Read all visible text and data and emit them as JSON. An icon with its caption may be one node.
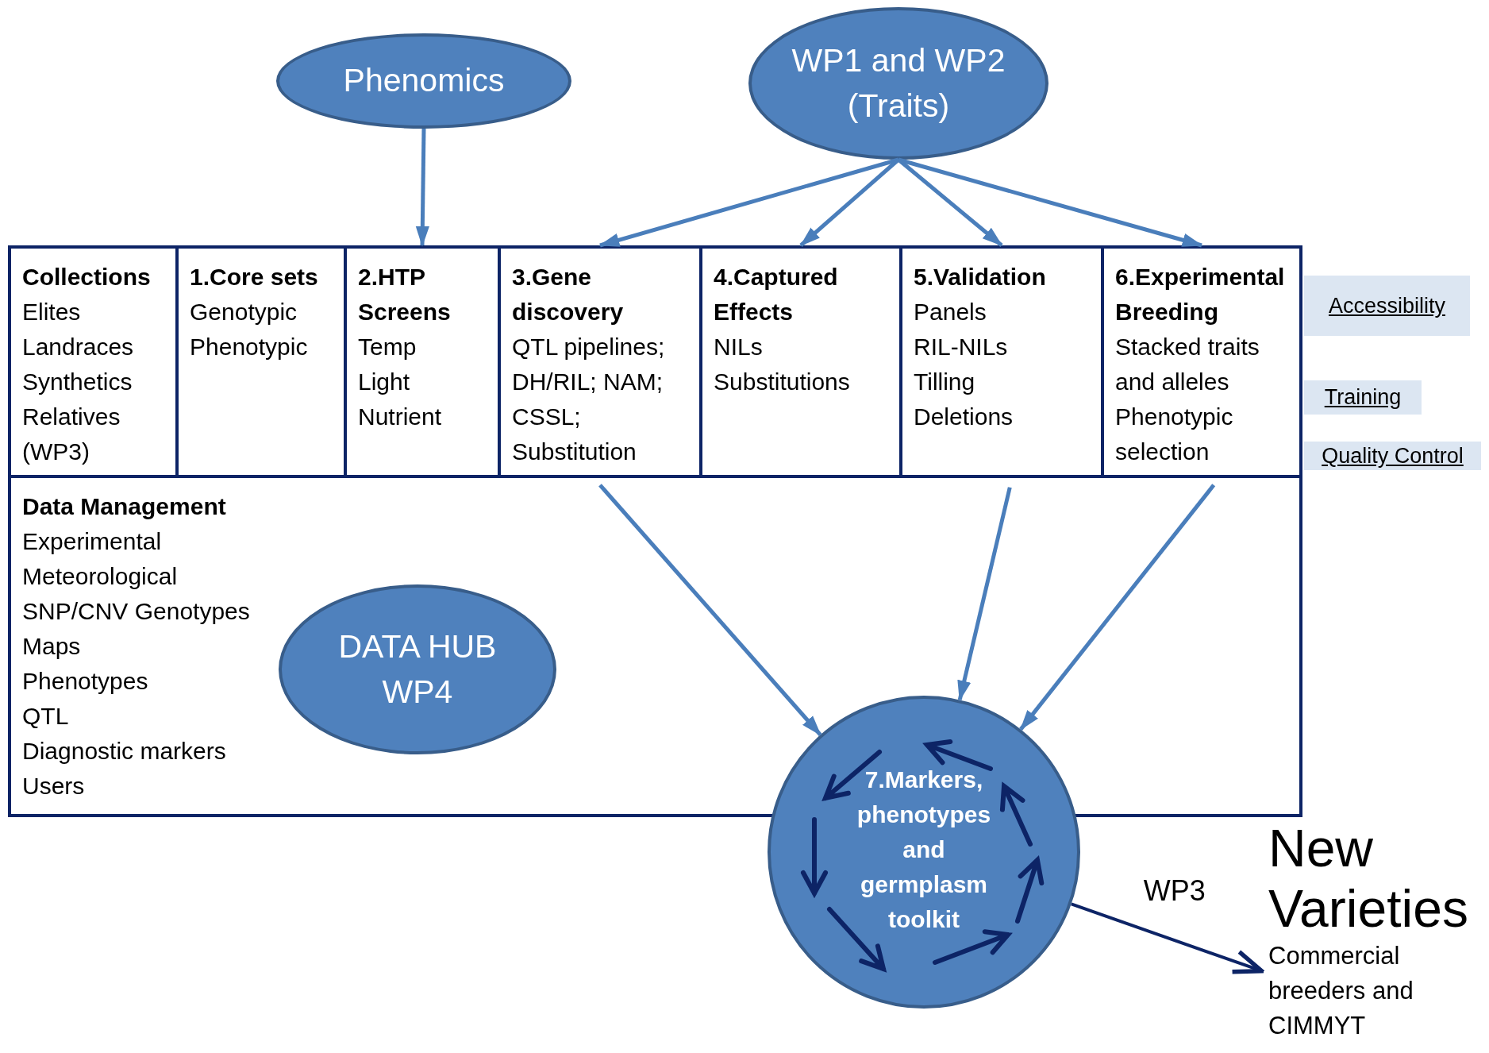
{
  "diagram": {
    "nodes": [
      {
        "text": [
          "Phenomics"
        ]
      },
      {
        "text": [
          "WP1 and WP2 (Traits)"
        ]
      },
      {
        "text": [
          "Collections",
          "Elites",
          "Landraces",
          "Synthetics",
          "Relatives (WP3)"
        ]
      },
      {
        "text": [
          "1.Core sets",
          "Genotypic",
          "Phenotypic"
        ]
      },
      {
        "text": [
          "2.HTP Screens",
          "Temp",
          "Light",
          "Nutrient"
        ]
      },
      {
        "text": [
          "3.Gene discovery",
          "QTL pipelines; DH/RIL; NAM; CSSL; Substitution"
        ]
      },
      {
        "text": [
          "4.Captured Effects",
          "NILs",
          "Substitutions"
        ]
      },
      {
        "text": [
          "5.Validation",
          "Panels",
          "RIL-NILs",
          "Tilling",
          "Deletions"
        ]
      },
      {
        "text": [
          "6.Experimental Breeding",
          "Stacked traits and alleles",
          "Phenotypic selection"
        ]
      },
      {
        "text": [
          "Data Management",
          "Experimental",
          "Meteorological",
          "SNP/CNV Genotypes",
          "Maps",
          "Phenotypes",
          "QTL",
          "Diagnostic markers",
          "Users"
        ]
      },
      {
        "text": [
          "DATA HUB WP4"
        ],
        "in": 9
      },
      {
        "text": [
          "7.Markers, phenotypes and germplasm toolkit"
        ]
      },
      {
        "text": [
          "New Varieties",
          "Commercial breeders and CIMMYT"
        ]
      },
      {
        "text": [
          "Accessibility"
        ]
      },
      {
        "text": [
          "Training"
        ]
      },
      {
        "text": [
          "Quality Control"
        ]
      }
    ],
    "edges": [
      {
        "from": 0,
        "to": 4,
        "arrow": "to"
      },
      {
        "from": 1,
        "to": 5,
        "arrow": "to"
      },
      {
        "from": 1,
        "to": 6,
        "arrow": "to"
      },
      {
        "from": 1,
        "to": 7,
        "arrow": "to"
      },
      {
        "from": 1,
        "to": 8,
        "arrow": "to"
      },
      {
        "from": 5,
        "to": 11,
        "arrow": "to"
      },
      {
        "from": 7,
        "to": 11,
        "arrow": "to"
      },
      {
        "from": 8,
        "to": 11,
        "arrow": "to"
      },
      {
        "from": 11,
        "to": 12,
        "arrow": "to",
        "label": "WP3",
        "color": "#0d2466"
      }
    ]
  }
}
